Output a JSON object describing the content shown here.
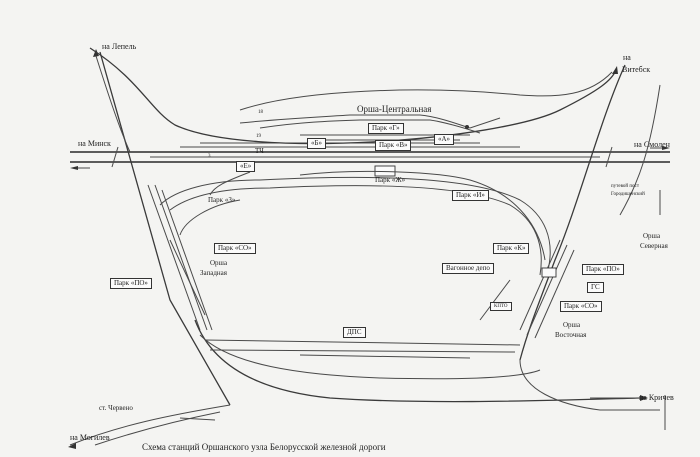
{
  "title": "Схема станций Оршанского узла Белорусской железной дороги",
  "directions": {
    "lepel": "на Лепель",
    "vitebsk_a": "на",
    "vitebsk_b": "Витебск",
    "minsk": "на Минск",
    "smolensk": "на Смолен",
    "krichev": "на Кричев",
    "mogilev": "на Могилев",
    "cherven": "ст. Червено"
  },
  "stations": {
    "central": "Орша-Центральная",
    "west_a": "Орша",
    "west_b": "Западная",
    "east_a": "Орша",
    "east_b": "Восточная",
    "north_a": "Орша",
    "north_b": "Северная",
    "post_a": "путевой пост",
    "post_b": "Городищенский"
  },
  "parks": {
    "g": "Парк «Г»",
    "v": "Парк «В»",
    "b_small": "«Б»",
    "a_small": "«А»",
    "e_small": "«Е»",
    "zh": "Парк «Ж»",
    "i": "Парк «И»",
    "z": "Парк «З»",
    "so_west": "Парк «СО»",
    "po_west": "Парк «ПО»",
    "k": "Парк «К»",
    "po_east": "Парк «ПО»",
    "gs": "ГС",
    "so_east": "Парк «СО»"
  },
  "facilities": {
    "depot": "Вагонное депо",
    "dps": "ДПС",
    "tch": "ТЧ",
    "kpto": "КПТО"
  },
  "track_numbers": {
    "t18": "18",
    "t19": "19",
    "t3": "3"
  }
}
